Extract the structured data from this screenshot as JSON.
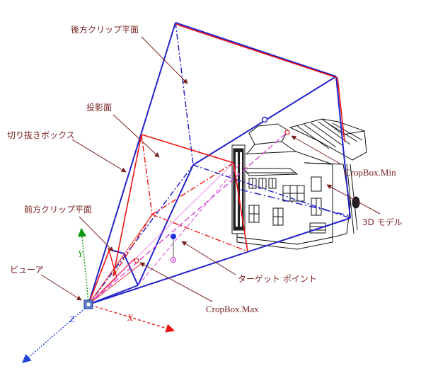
{
  "labels": {
    "rear_clip_plane": "後方クリップ平面",
    "projection_plane": "投影面",
    "crop_box": "切り抜きボックス",
    "front_clip_plane": "前方クリップ平面",
    "viewer": "ビューア",
    "cropbox_min": "CropBox.Min",
    "model_3d": "3D モデル",
    "target_point": "ターゲット ポイント",
    "cropbox_max": "CropBox.Max"
  },
  "axes": {
    "x": "X",
    "y": "Y",
    "z": "Z"
  },
  "colors": {
    "label": "#7a2020",
    "frustum": "#2222cc",
    "crop": "#ee1111",
    "magenta": "#dd44dd",
    "x_axis": "#ee1111",
    "y_axis": "#119911",
    "z_axis": "#2244dd",
    "model": "#111111"
  }
}
